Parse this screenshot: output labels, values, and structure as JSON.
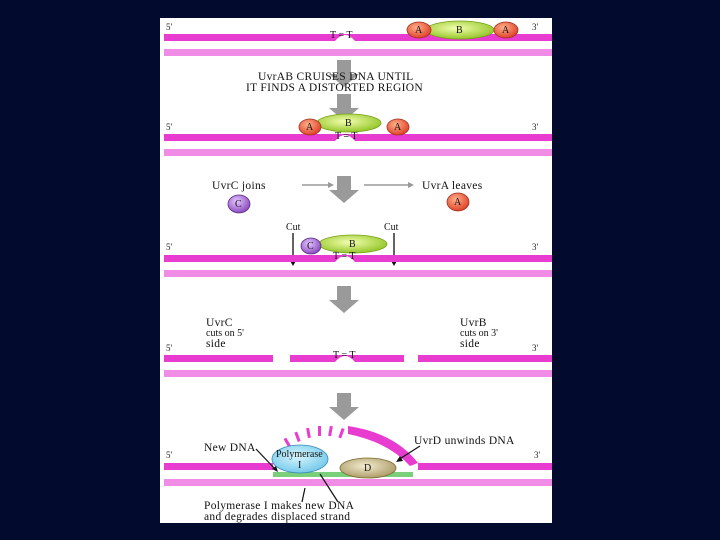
{
  "colors": {
    "background": "#020a2e",
    "strand": "#e83bd0",
    "strand_light": "#f08be6",
    "protein_a": "#e8553a",
    "protein_b": "#b6dd3a",
    "protein_c": "#a066c8",
    "arrow": "#9a9a9a"
  },
  "ends": {
    "left_top": "5'",
    "right_top": "3'",
    "left_bottom": "5'",
    "right_bottom": "3'"
  },
  "lesion": "T = T",
  "proteins": {
    "a": "A",
    "b": "B",
    "c": "C",
    "d": "D",
    "polymerase_line1": "Polymerase",
    "polymerase_line2": "I"
  },
  "step1": {
    "caption_line1": "UvrAB CRUISES DNA UNTIL",
    "caption_line2": "IT FINDS A DISTORTED REGION"
  },
  "step3": {
    "uvrc_joins": "UvrC joins",
    "uvra_leaves": "UvrA leaves",
    "cut_left": "Cut",
    "cut_right": "Cut"
  },
  "step4": {
    "uvrc_line1": "UvrC",
    "uvrc_line2": "cuts on 5'",
    "uvrc_line3": "side",
    "uvrb_line1": "UvrB",
    "uvrb_line2": "cuts on 3'",
    "uvrb_line3": "side"
  },
  "step5": {
    "new_dna": "New DNA",
    "uvrd": "UvrD unwinds DNA",
    "caption_line1": "Polymerase I makes new DNA",
    "caption_line2": "and degrades displaced strand"
  }
}
